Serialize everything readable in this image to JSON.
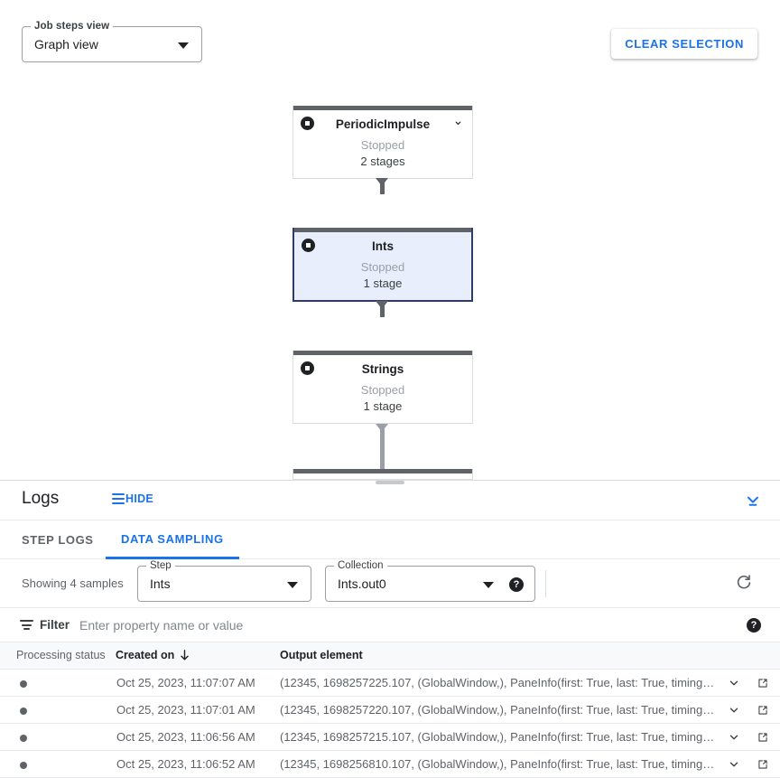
{
  "toolbar": {
    "view_select": {
      "legend": "Job steps view",
      "value": "Graph view",
      "icon": "chevron-down-icon"
    },
    "clear_selection_label": "CLEAR SELECTION"
  },
  "graph": {
    "nodes": [
      {
        "name": "PeriodicImpulse",
        "status": "Stopped",
        "stages": "2 stages",
        "selected": false,
        "has_chevron": true
      },
      {
        "name": "Ints",
        "status": "Stopped",
        "stages": "1 stage",
        "selected": true,
        "has_chevron": false
      },
      {
        "name": "Strings",
        "status": "Stopped",
        "stages": "1 stage",
        "selected": false,
        "has_chevron": false
      }
    ]
  },
  "logs": {
    "title": "Logs",
    "hide_label": "HIDE",
    "collapse_icon": "collapse-panel-icon",
    "tabs": [
      {
        "label": "STEP LOGS",
        "active": false
      },
      {
        "label": "DATA SAMPLING",
        "active": true
      }
    ],
    "sampling": {
      "showing_text": "Showing 4 samples",
      "step_field": {
        "legend": "Step",
        "value": "Ints"
      },
      "collection_field": {
        "legend": "Collection",
        "value": "Ints.out0"
      },
      "help_icon": "help-icon",
      "refresh_icon": "refresh-icon"
    },
    "filter": {
      "label": "Filter",
      "placeholder": "Enter property name or value",
      "value": "",
      "icon": "filter-icon",
      "help_icon": "help-icon"
    },
    "table": {
      "columns": [
        "Processing status",
        "Created on",
        "Output element"
      ],
      "sort_column": "Created on",
      "sort_direction": "desc",
      "rows": [
        {
          "status": "stopped",
          "created_on": "Oct 25, 2023, 11:07:07 AM",
          "output_element": "(12345, 1698257225.107, (GlobalWindow,), PaneInfo(first: True, last: True, timing…"
        },
        {
          "status": "stopped",
          "created_on": "Oct 25, 2023, 11:07:01 AM",
          "output_element": "(12345, 1698257220.107, (GlobalWindow,), PaneInfo(first: True, last: True, timing…"
        },
        {
          "status": "stopped",
          "created_on": "Oct 25, 2023, 11:06:56 AM",
          "output_element": "(12345, 1698257215.107, (GlobalWindow,), PaneInfo(first: True, last: True, timing…"
        },
        {
          "status": "stopped",
          "created_on": "Oct 25, 2023, 11:06:52 AM",
          "output_element": "(12345, 1698256810.107, (GlobalWindow,), PaneInfo(first: True, last: True, timing…"
        }
      ],
      "row_expand_icon": "chevron-down-icon",
      "row_open_icon": "open-in-new-icon"
    }
  },
  "colors": {
    "accent": "#1a73e8",
    "selected_node_bg": "#e8eefb",
    "selected_node_border": "#2f3d66",
    "node_topbar": "#5f6368"
  }
}
